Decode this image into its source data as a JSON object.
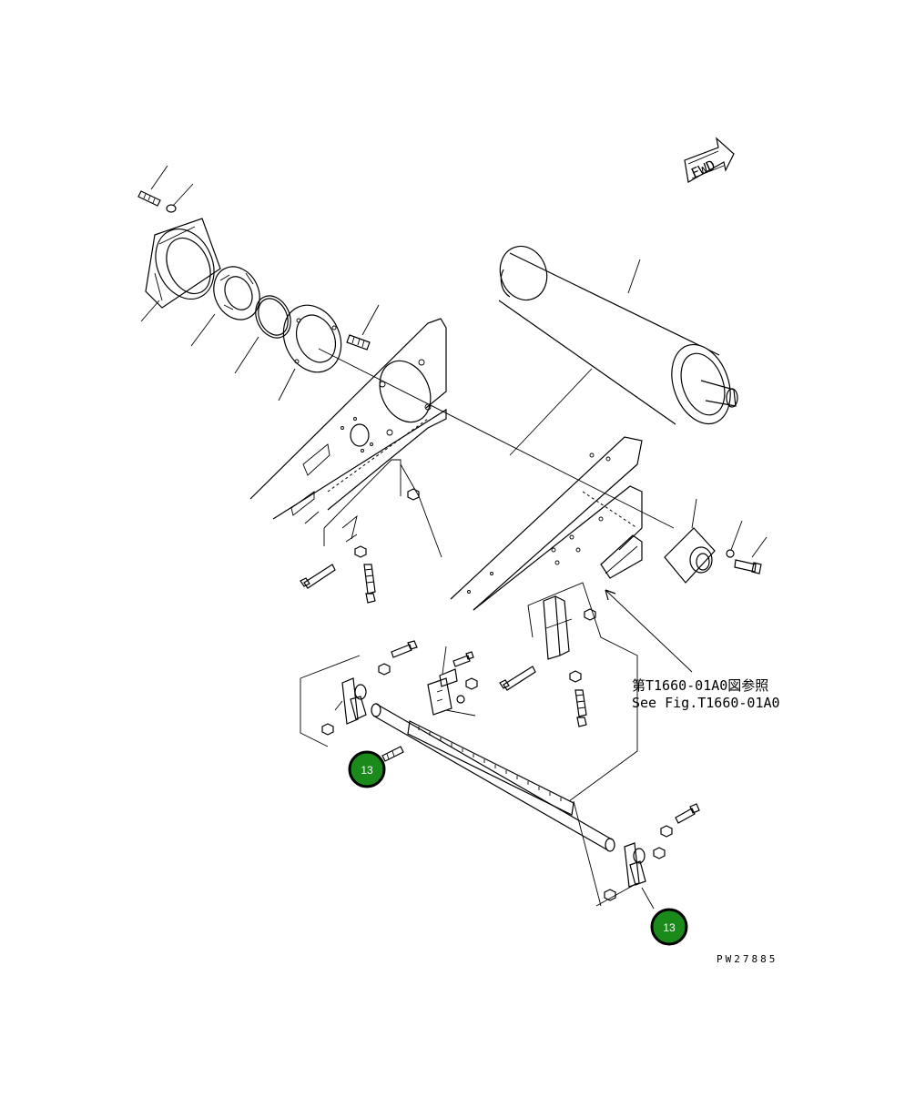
{
  "fwd_label": "FWD",
  "reference_note": {
    "line1": "第T1660-01A0図参照",
    "line2": "See Fig.T1660-01A0"
  },
  "drawing_number": "PW27885",
  "callouts": [
    {
      "label": "13"
    },
    {
      "label": "13"
    }
  ]
}
